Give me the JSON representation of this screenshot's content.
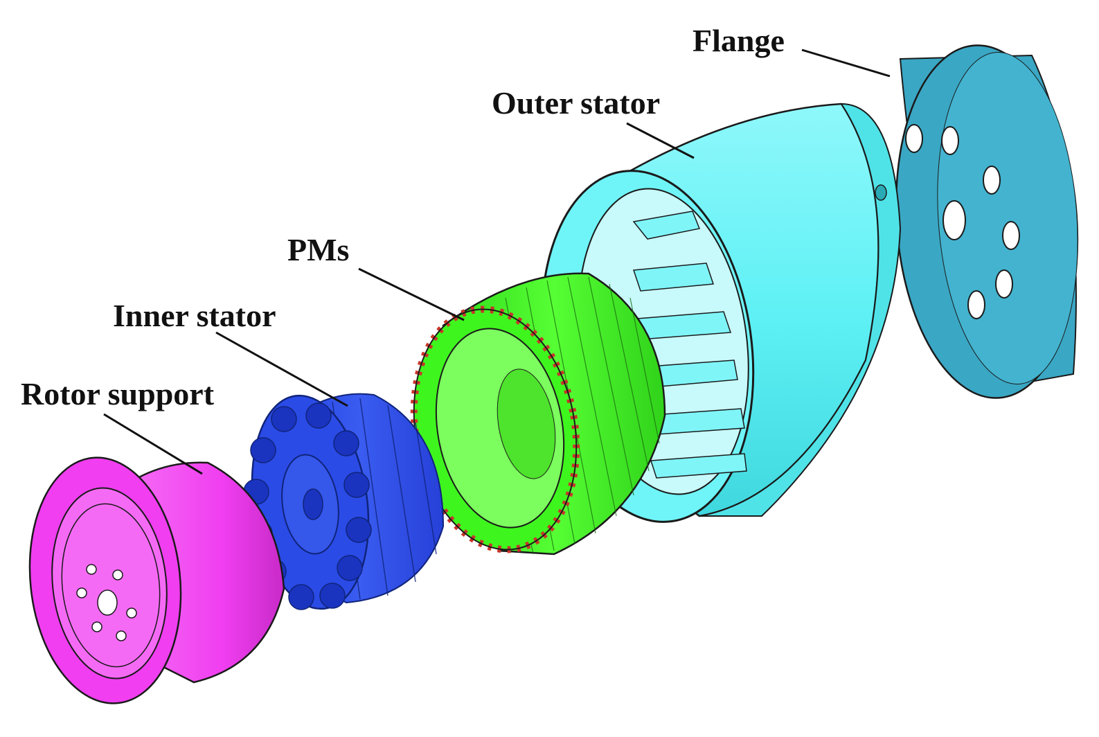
{
  "labels": {
    "flange": "Flange",
    "outer_stator": "Outer stator",
    "pms": "PMs",
    "inner_stator": "Inner stator",
    "rotor_support": "Rotor support"
  },
  "colors": {
    "flange": "#3aa7c4",
    "outer_stator": "#5ff1f5",
    "pms_green": "#3ef51e",
    "pms_red": "#c8362a",
    "inner_stator": "#2a4be6",
    "rotor_support": "#f03ef0",
    "outline": "#1a1a1a"
  }
}
